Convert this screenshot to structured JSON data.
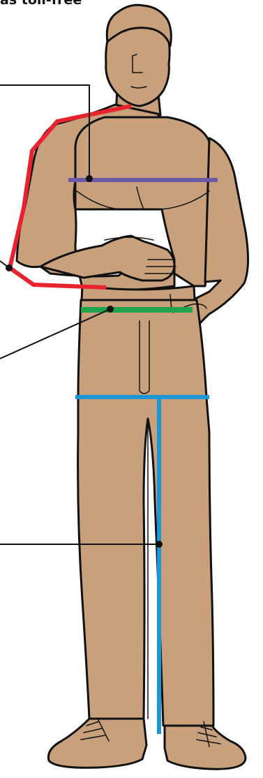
{
  "top_text": "as toll-free",
  "colors": {
    "skin": "#c8a07c",
    "outline": "#111111",
    "sleeve": "#e8232e",
    "chest": "#6b5aa8",
    "waist": "#1fa54c",
    "inseam_hip": "#1a97d4",
    "leader": "#111111",
    "background": "#ffffff"
  },
  "measurements": [
    {
      "name": "sleeve",
      "line_color": "#e8232e"
    },
    {
      "name": "chest",
      "line_color": "#6b5aa8"
    },
    {
      "name": "waist",
      "line_color": "#1fa54c"
    },
    {
      "name": "hip",
      "line_color": "#1a97d4"
    },
    {
      "name": "inseam",
      "line_color": "#1a97d4"
    }
  ]
}
